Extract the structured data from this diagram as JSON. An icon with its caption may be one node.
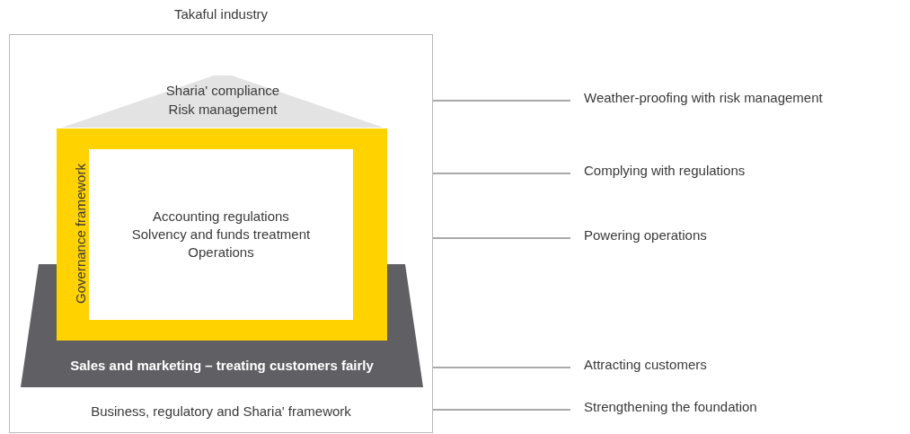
{
  "diagram": {
    "nodes": [
      {
        "text": [
          "Takaful industry",
          "Business, regulatory and Sharia' framework"
        ]
      },
      {
        "text": [
          "Sharia' compliance",
          "Risk management"
        ],
        "in": 0
      },
      {
        "text": [
          "Governance framework"
        ],
        "in": 0
      },
      {
        "text": [
          "Accounting regulations",
          "Solvency and funds treatment",
          "Operations"
        ],
        "in": 2
      },
      {
        "text": [
          "Sales and marketing – treating customers fairly"
        ],
        "in": 0
      },
      {
        "text": [
          "Weather-proofing with risk management"
        ]
      },
      {
        "text": [
          "Complying with regulations"
        ]
      },
      {
        "text": [
          "Powering operations"
        ]
      },
      {
        "text": [
          "Attracting customers"
        ]
      },
      {
        "text": [
          "Strengthening the foundation"
        ]
      }
    ],
    "edges": [
      {
        "from": 0,
        "to": 5,
        "arrow": "none"
      },
      {
        "from": 0,
        "to": 6,
        "arrow": "none"
      },
      {
        "from": 0,
        "to": 7,
        "arrow": "none"
      },
      {
        "from": 0,
        "to": 8,
        "arrow": "none"
      },
      {
        "from": 0,
        "to": 9,
        "arrow": "none"
      }
    ]
  }
}
